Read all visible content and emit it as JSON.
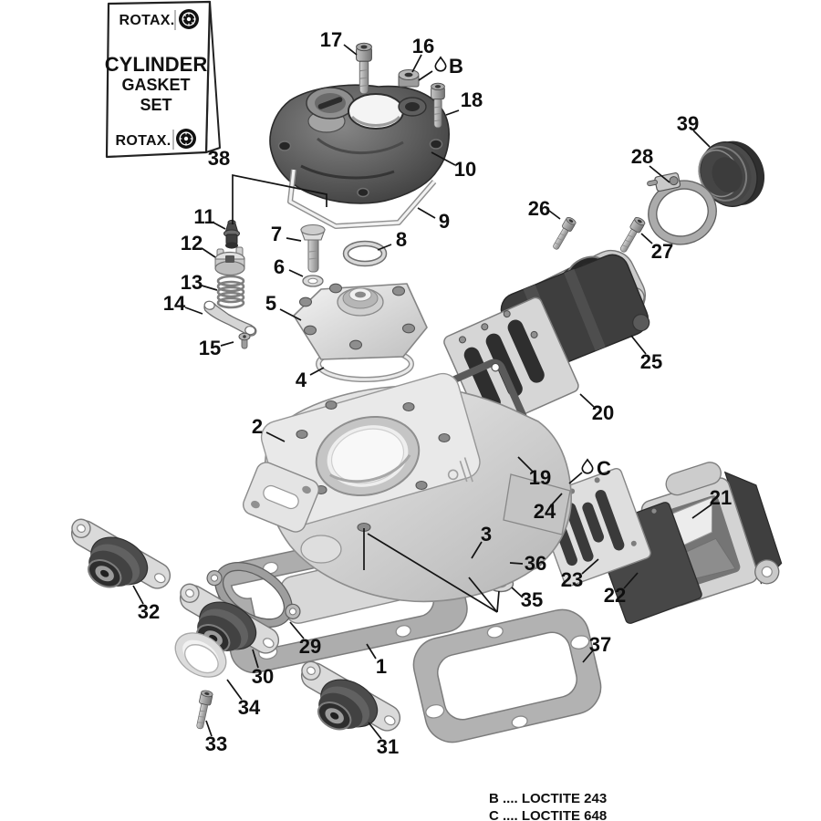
{
  "diagram": {
    "title": "Rotax cylinder gasket set exploded view",
    "background_color": "#ffffff",
    "line_color": "#141414",
    "part_dark_color": "#3f3f3f",
    "part_light_color": "#d9d9d9"
  },
  "package_label": {
    "brand_top": "ROTAX.",
    "brand_bottom": "ROTAX.",
    "title_line1": "CYLINDER",
    "title_line2": "GASKET",
    "title_line3": "SET"
  },
  "callouts": {
    "c1": "1",
    "c2": "2",
    "c3": "3",
    "c4": "4",
    "c5": "5",
    "c6": "6",
    "c7": "7",
    "c8": "8",
    "c9": "9",
    "c10": "10",
    "c11": "11",
    "c12": "12",
    "c13": "13",
    "c14": "14",
    "c15": "15",
    "c16": "16",
    "c17": "17",
    "c18": "18",
    "c19": "19",
    "c20": "20",
    "c21": "21",
    "c22": "22",
    "c23": "23",
    "c24": "24",
    "c25": "25",
    "c26": "26",
    "c27": "27",
    "c28": "28",
    "c29": "29",
    "c30": "30",
    "c31": "31",
    "c32": "32",
    "c33": "33",
    "c34": "34",
    "c35": "35",
    "c36": "36",
    "c37": "37",
    "c38": "38",
    "c39": "39"
  },
  "markers": {
    "b": "B",
    "c": "C"
  },
  "legend": {
    "line_b": "B .... LOCTITE 243",
    "line_c": "C .... LOCTITE 648"
  }
}
